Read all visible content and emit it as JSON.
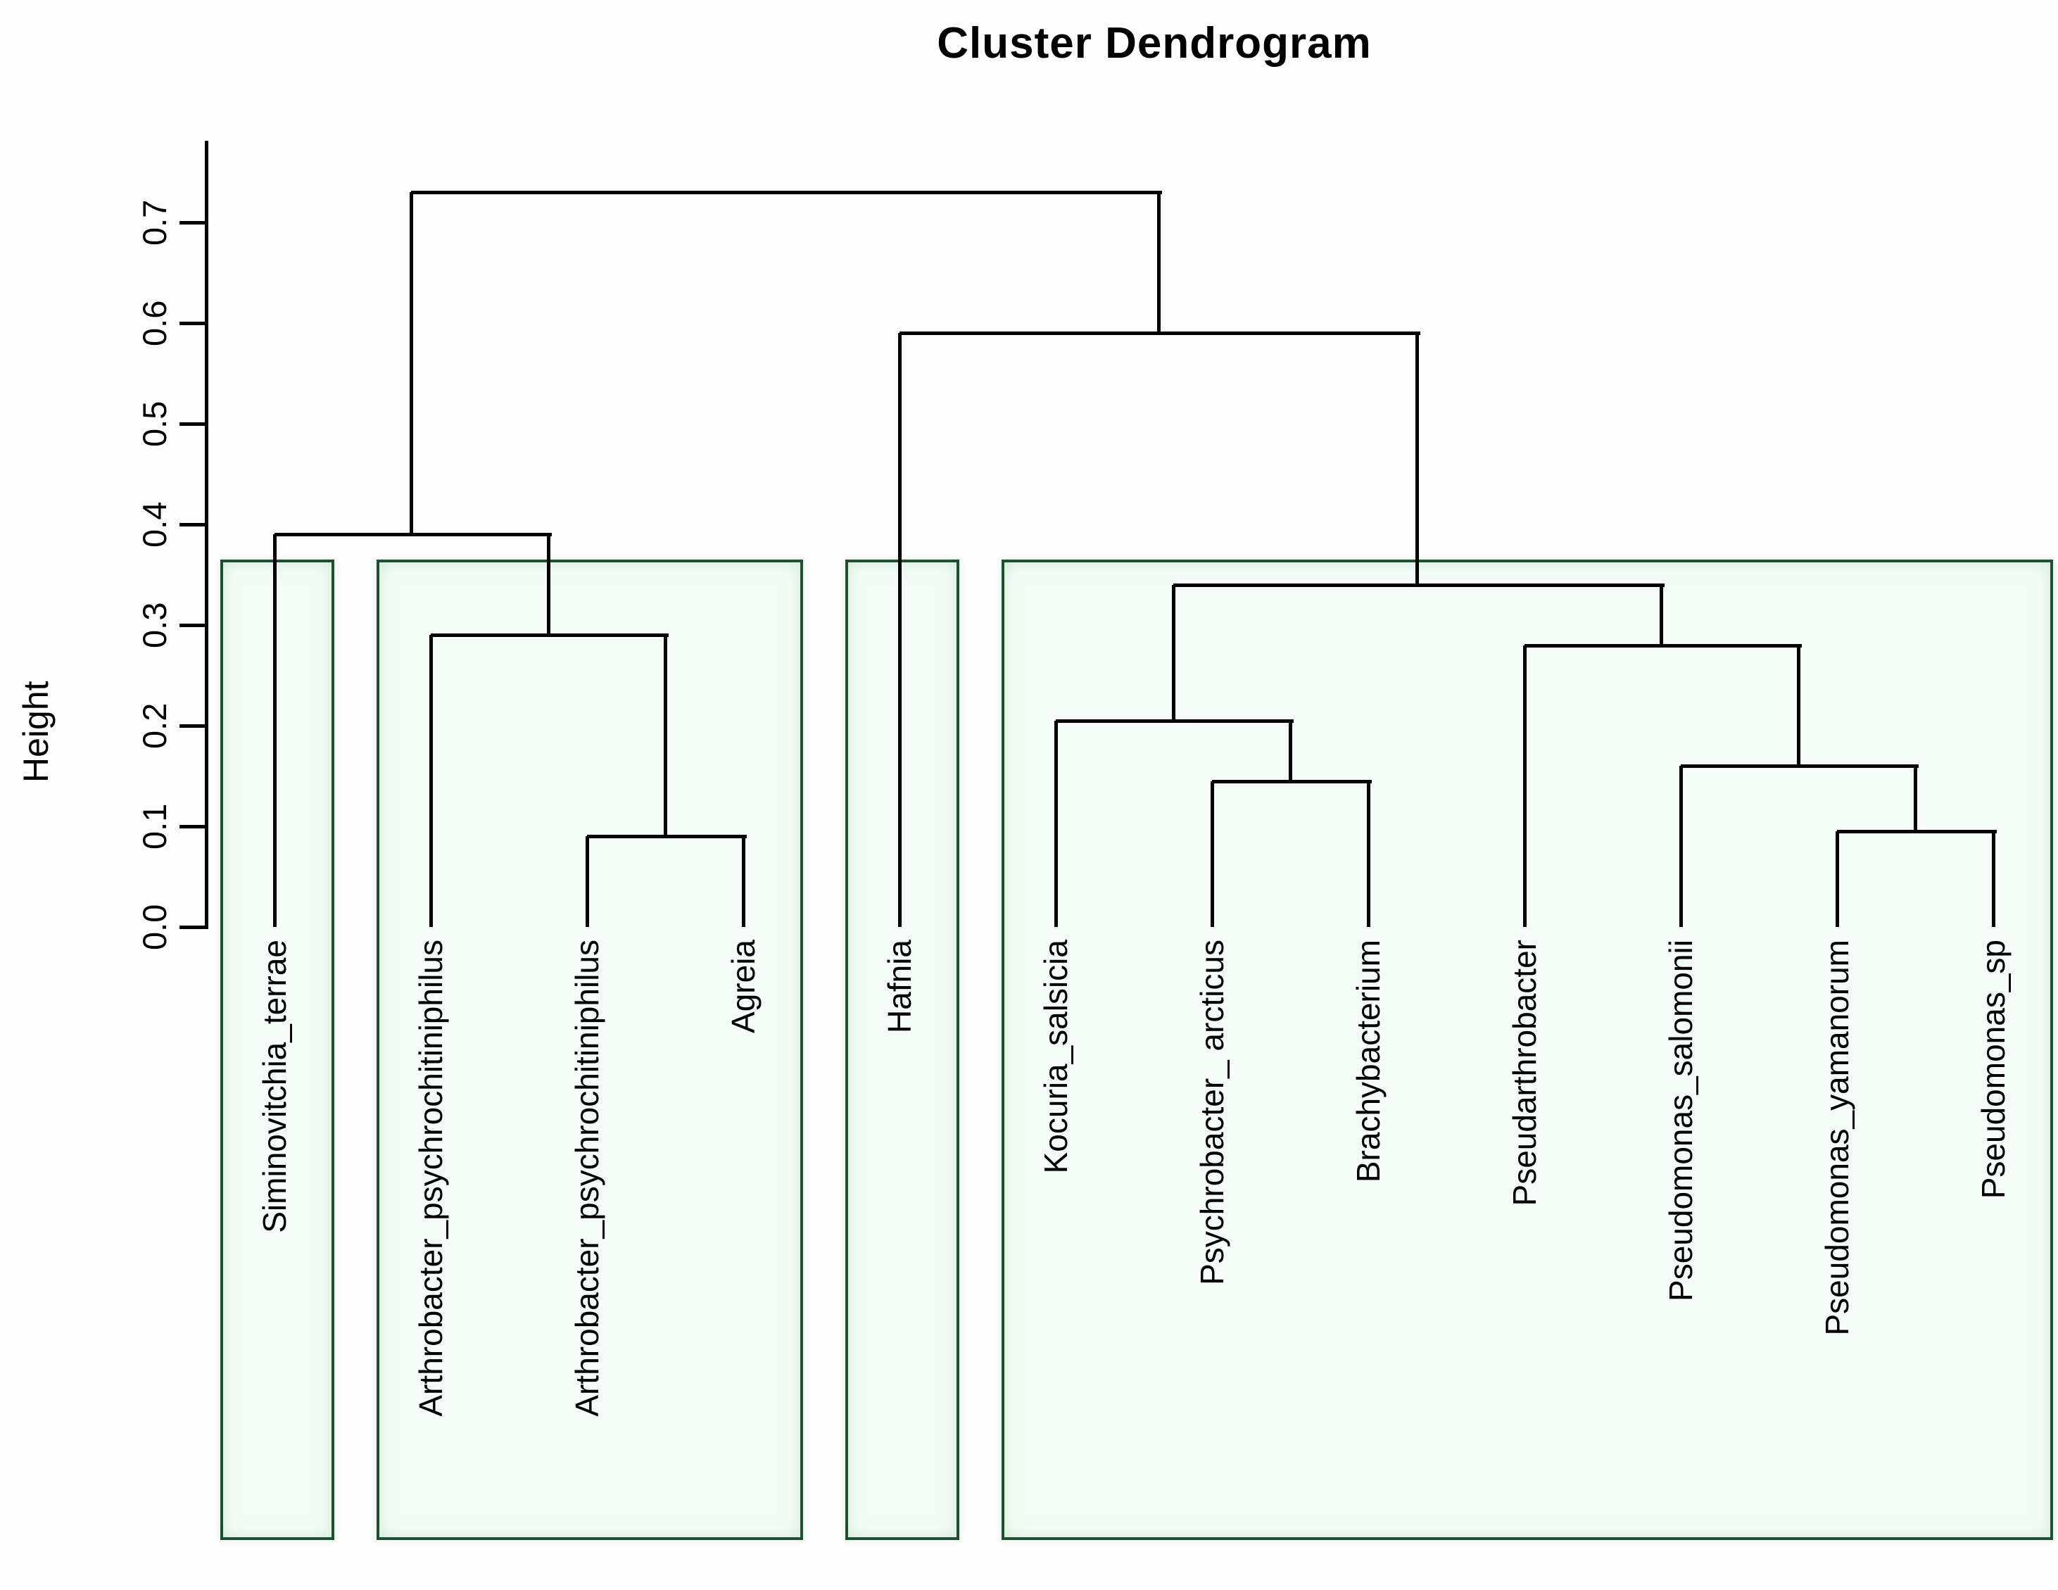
{
  "chart_data": {
    "type": "dendrogram",
    "title": "Cluster Dendrogram",
    "ylabel": "Height",
    "yticks": [
      "0.0",
      "0.1",
      "0.2",
      "0.3",
      "0.4",
      "0.5",
      "0.6",
      "0.7"
    ],
    "ylim": [
      0,
      0.78
    ],
    "grid": false,
    "line_color": "#000000",
    "cluster_box_color": "#1e4f30",
    "leaves": [
      "Siminovitchia_terrae",
      "Arthrobacter_psychrochitiniphilus",
      "Arthrobacter_psychrochitiniphilus",
      "Agreia",
      "Hafnia",
      "Kocuria_salsicia",
      "Psychrobacter_ arcticus",
      "Brachybacterium",
      "Pseudarthrobacter",
      "Pseudomonas_salomonii",
      "Pseudomonas_yamanorum",
      "Pseudomonas_sp"
    ],
    "tree": {
      "h": 0.73,
      "children": [
        {
          "h": 0.39,
          "children": [
            {
              "leaf": 0
            },
            {
              "h": 0.29,
              "children": [
                {
                  "leaf": 1
                },
                {
                  "h": 0.09,
                  "children": [
                    {
                      "leaf": 2
                    },
                    {
                      "leaf": 3
                    }
                  ]
                }
              ]
            }
          ]
        },
        {
          "h": 0.59,
          "children": [
            {
              "leaf": 4
            },
            {
              "h": 0.34,
              "children": [
                {
                  "h": 0.205,
                  "children": [
                    {
                      "leaf": 5
                    },
                    {
                      "h": 0.145,
                      "children": [
                        {
                          "leaf": 6
                        },
                        {
                          "leaf": 7
                        }
                      ]
                    }
                  ]
                },
                {
                  "h": 0.28,
                  "children": [
                    {
                      "leaf": 8
                    },
                    {
                      "h": 0.16,
                      "children": [
                        {
                          "leaf": 9
                        },
                        {
                          "h": 0.095,
                          "children": [
                            {
                              "leaf": 10
                            },
                            {
                              "leaf": 11
                            }
                          ]
                        }
                      ]
                    }
                  ]
                }
              ]
            }
          ]
        }
      ]
    },
    "clusters": [
      {
        "from": 0,
        "to": 0
      },
      {
        "from": 1,
        "to": 3
      },
      {
        "from": 4,
        "to": 4
      },
      {
        "from": 5,
        "to": 11
      }
    ],
    "cluster_box_top_height": 0.365
  }
}
